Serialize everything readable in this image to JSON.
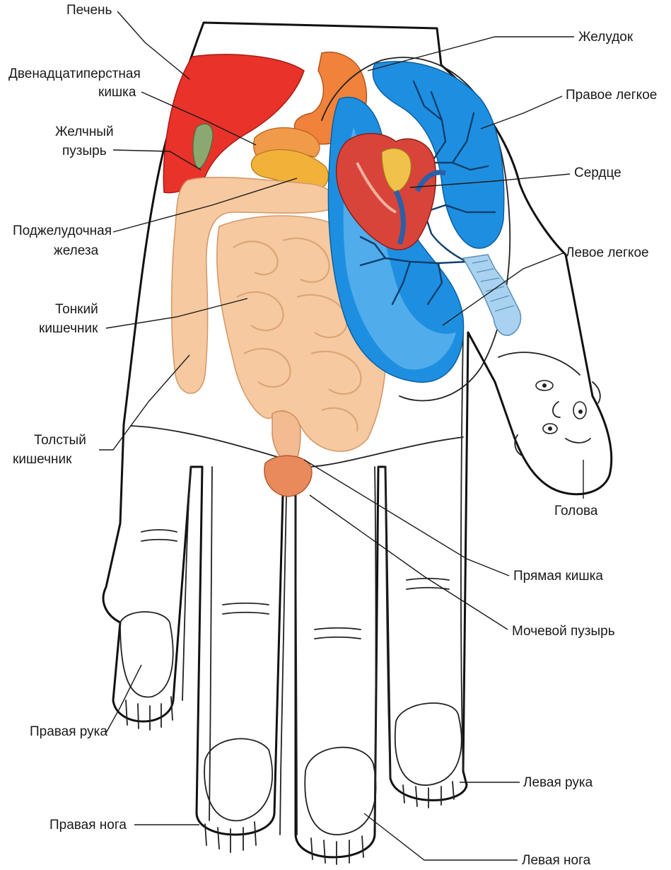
{
  "labels": {
    "liver": "Печень",
    "duodenum_line1": "Двенадцатиперстная",
    "duodenum_line2": "кишка",
    "gallbladder_line1": "Желчный",
    "gallbladder_line2": "пузырь",
    "pancreas_line1": "Поджелудочная",
    "pancreas_line2": "железа",
    "small_intestine_line1": "Тонкий",
    "small_intestine_line2": "кишечник",
    "large_intestine_line1": "Толстый",
    "large_intestine_line2": "кишечник",
    "right_arm": "Правая рука",
    "right_leg": "Правая нога",
    "stomach": "Желудок",
    "right_lung": "Правое легкое",
    "heart": "Сердце",
    "left_lung": "Левое легкое",
    "head": "Голова",
    "rectum": "Прямая кишка",
    "bladder": "Мочевой пузырь",
    "left_arm": "Левая рука",
    "left_leg": "Левая нога"
  },
  "colors": {
    "liver": "#e8322a",
    "stomach": "#f0823c",
    "intestine": "#f6c9a0",
    "intestine_shadow": "#e6a574",
    "lung": "#1e8fe0",
    "lung_light": "#7cc4f5",
    "heart": "#d8443a",
    "pancreas": "#f2b23a",
    "trachea": "#a9d2f0"
  }
}
